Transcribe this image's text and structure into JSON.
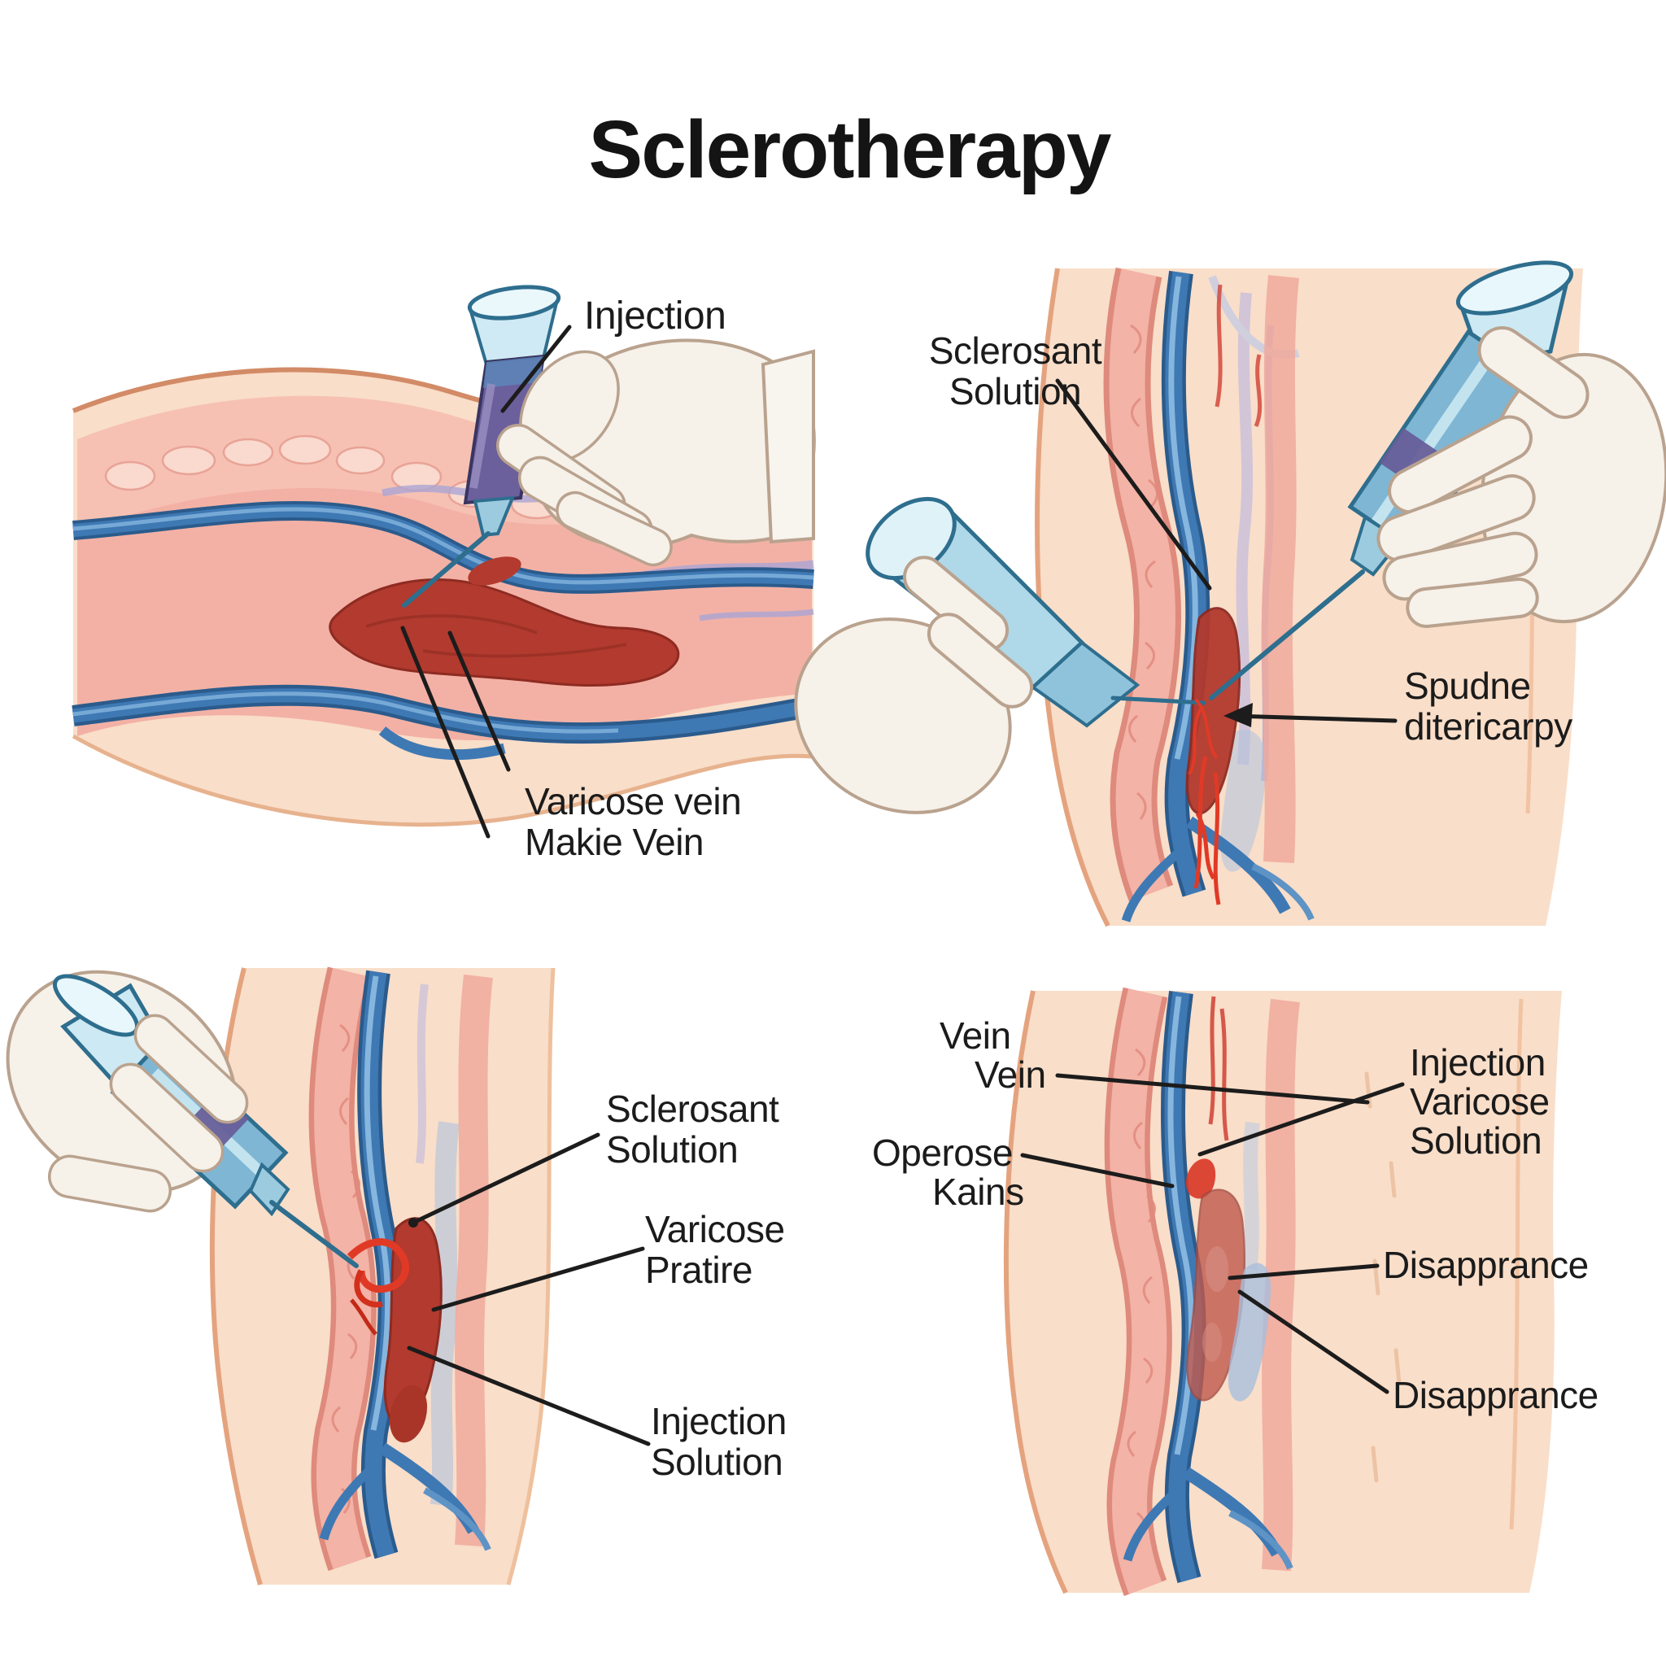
{
  "title": "Sclerotherapy",
  "panels": {
    "step1": {
      "labels": {
        "injection": "Injection",
        "varicose_line1": "Varicose vein",
        "varicose_line2": "Makie Vein"
      }
    },
    "step2": {
      "labels": {
        "sclerosant_line1": "Sclerosant",
        "sclerosant_line2": "Solution",
        "spudne_line1": "Spudne",
        "spudne_line2": "ditericarpy"
      }
    },
    "step3": {
      "labels": {
        "sclerosant_line1": "Sclerosant",
        "sclerosant_line2": "Solution",
        "varicose_line1": "Varicose",
        "varicose_line2": "Pratire",
        "injection_line1": "Injection",
        "injection_line2": "Solution"
      }
    },
    "step4": {
      "labels": {
        "vein_line1": "Vein",
        "vein_line2": "Vein",
        "operose_line1": "Operose",
        "operose_line2": "Kains",
        "injection_line1": "Injection",
        "injection_line2": "Varicose",
        "injection_line3": "Solution",
        "disapprance_1": "Disapprance",
        "disapprance_2": "Disapprance"
      }
    }
  },
  "colors": {
    "skin": "#F9DEC9",
    "skin_edge": "#D28B66",
    "fat": "#F5BFB2",
    "tissue": "#F3B1A5",
    "vein_blue": "#3E79B4",
    "vein_blue_dark": "#2B5B8C",
    "varicose_red": "#B23A2E",
    "bright_red": "#E03A26",
    "lavender": "#9D97CE",
    "syringe_blue": "#7FB6D4",
    "syringe_light": "#CFEAF4",
    "plunger_purple": "#665C97",
    "glove": "#F6F1E9",
    "label_ink": "#1C1C1C"
  }
}
